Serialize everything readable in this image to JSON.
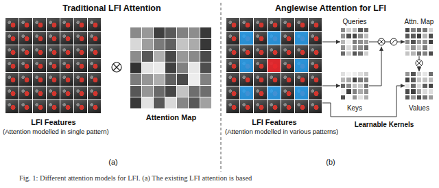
{
  "diagram": {
    "caption": "Fig. 1: Different attention models for LFI. (a) The existing LFI attention is based",
    "nodes": [
      {
        "text": [
          "LFI Features",
          "(Attention modelled in single pattern)"
        ]
      },
      {
        "text": [
          "Attention Map"
        ]
      },
      {
        "text": [
          "LFI Features",
          "(Attention modelled in various patterns)"
        ]
      },
      {
        "text": [
          "Queries"
        ]
      },
      {
        "text": [
          "Keys"
        ]
      },
      {
        "text": [
          "Values"
        ]
      },
      {
        "text": [
          "Attn. Map"
        ]
      }
    ],
    "edges": [
      {
        "from": 2,
        "to": 3,
        "arrow": "to"
      },
      {
        "from": 2,
        "to": 4,
        "arrow": "to"
      },
      {
        "from": 2,
        "to": 5,
        "arrow": "to"
      },
      {
        "from": 3,
        "to": 6,
        "arrow": "to"
      },
      {
        "from": 6,
        "to": 5,
        "arrow": "to"
      }
    ],
    "labels": [
      "Traditional LFI Attention",
      "Anglewise Attention for LFI",
      "(a)",
      "(b)",
      "Learnable Kernels"
    ]
  }
}
